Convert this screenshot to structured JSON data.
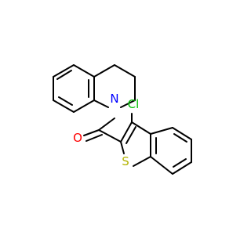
{
  "diagram": {
    "atoms": {
      "nitrogen": {
        "label": "N",
        "color": "#0000ff"
      },
      "oxygen": {
        "label": "O",
        "color": "#ff0000"
      },
      "sulfur": {
        "label": "S",
        "color": "#b2b200"
      },
      "chlorine": {
        "label": "Cl",
        "color": "#00c000"
      }
    }
  }
}
